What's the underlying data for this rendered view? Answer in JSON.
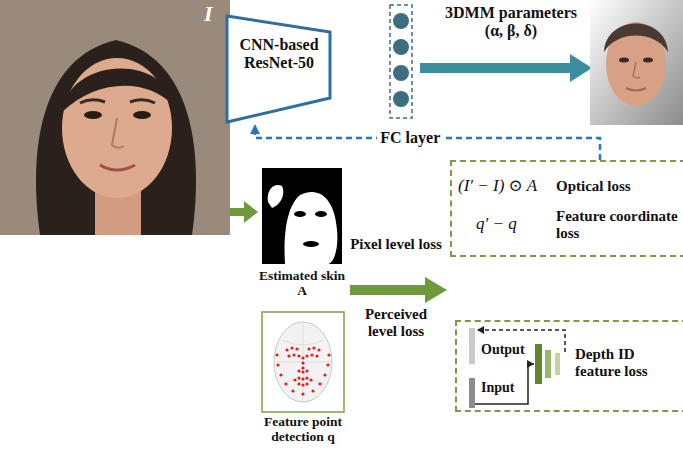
{
  "diagram": {
    "nodes": [
      {
        "text": [
          "I"
        ]
      },
      {
        "text": [
          "CNN-based ResNet-50"
        ]
      },
      {
        "text": [
          "Estimated skin A"
        ]
      },
      {
        "text": [
          "Feature point detection q"
        ]
      },
      {
        "text": [
          "(I′ − I) ⊙ A",
          "Optical loss",
          "q′ − q",
          "Feature coordinate loss"
        ]
      },
      {
        "text": [
          "Output",
          "Input",
          "Depth ID feature loss"
        ]
      }
    ],
    "edges": [
      {
        "from": 0,
        "to": 2,
        "arrow": "to"
      },
      {
        "from": 4,
        "to": 1,
        "label": "FC layer",
        "arrow": "to"
      }
    ],
    "labels": [
      "3DMM parameters (α, β, δ)",
      "Pixel level loss",
      "Perceived level loss"
    ]
  }
}
